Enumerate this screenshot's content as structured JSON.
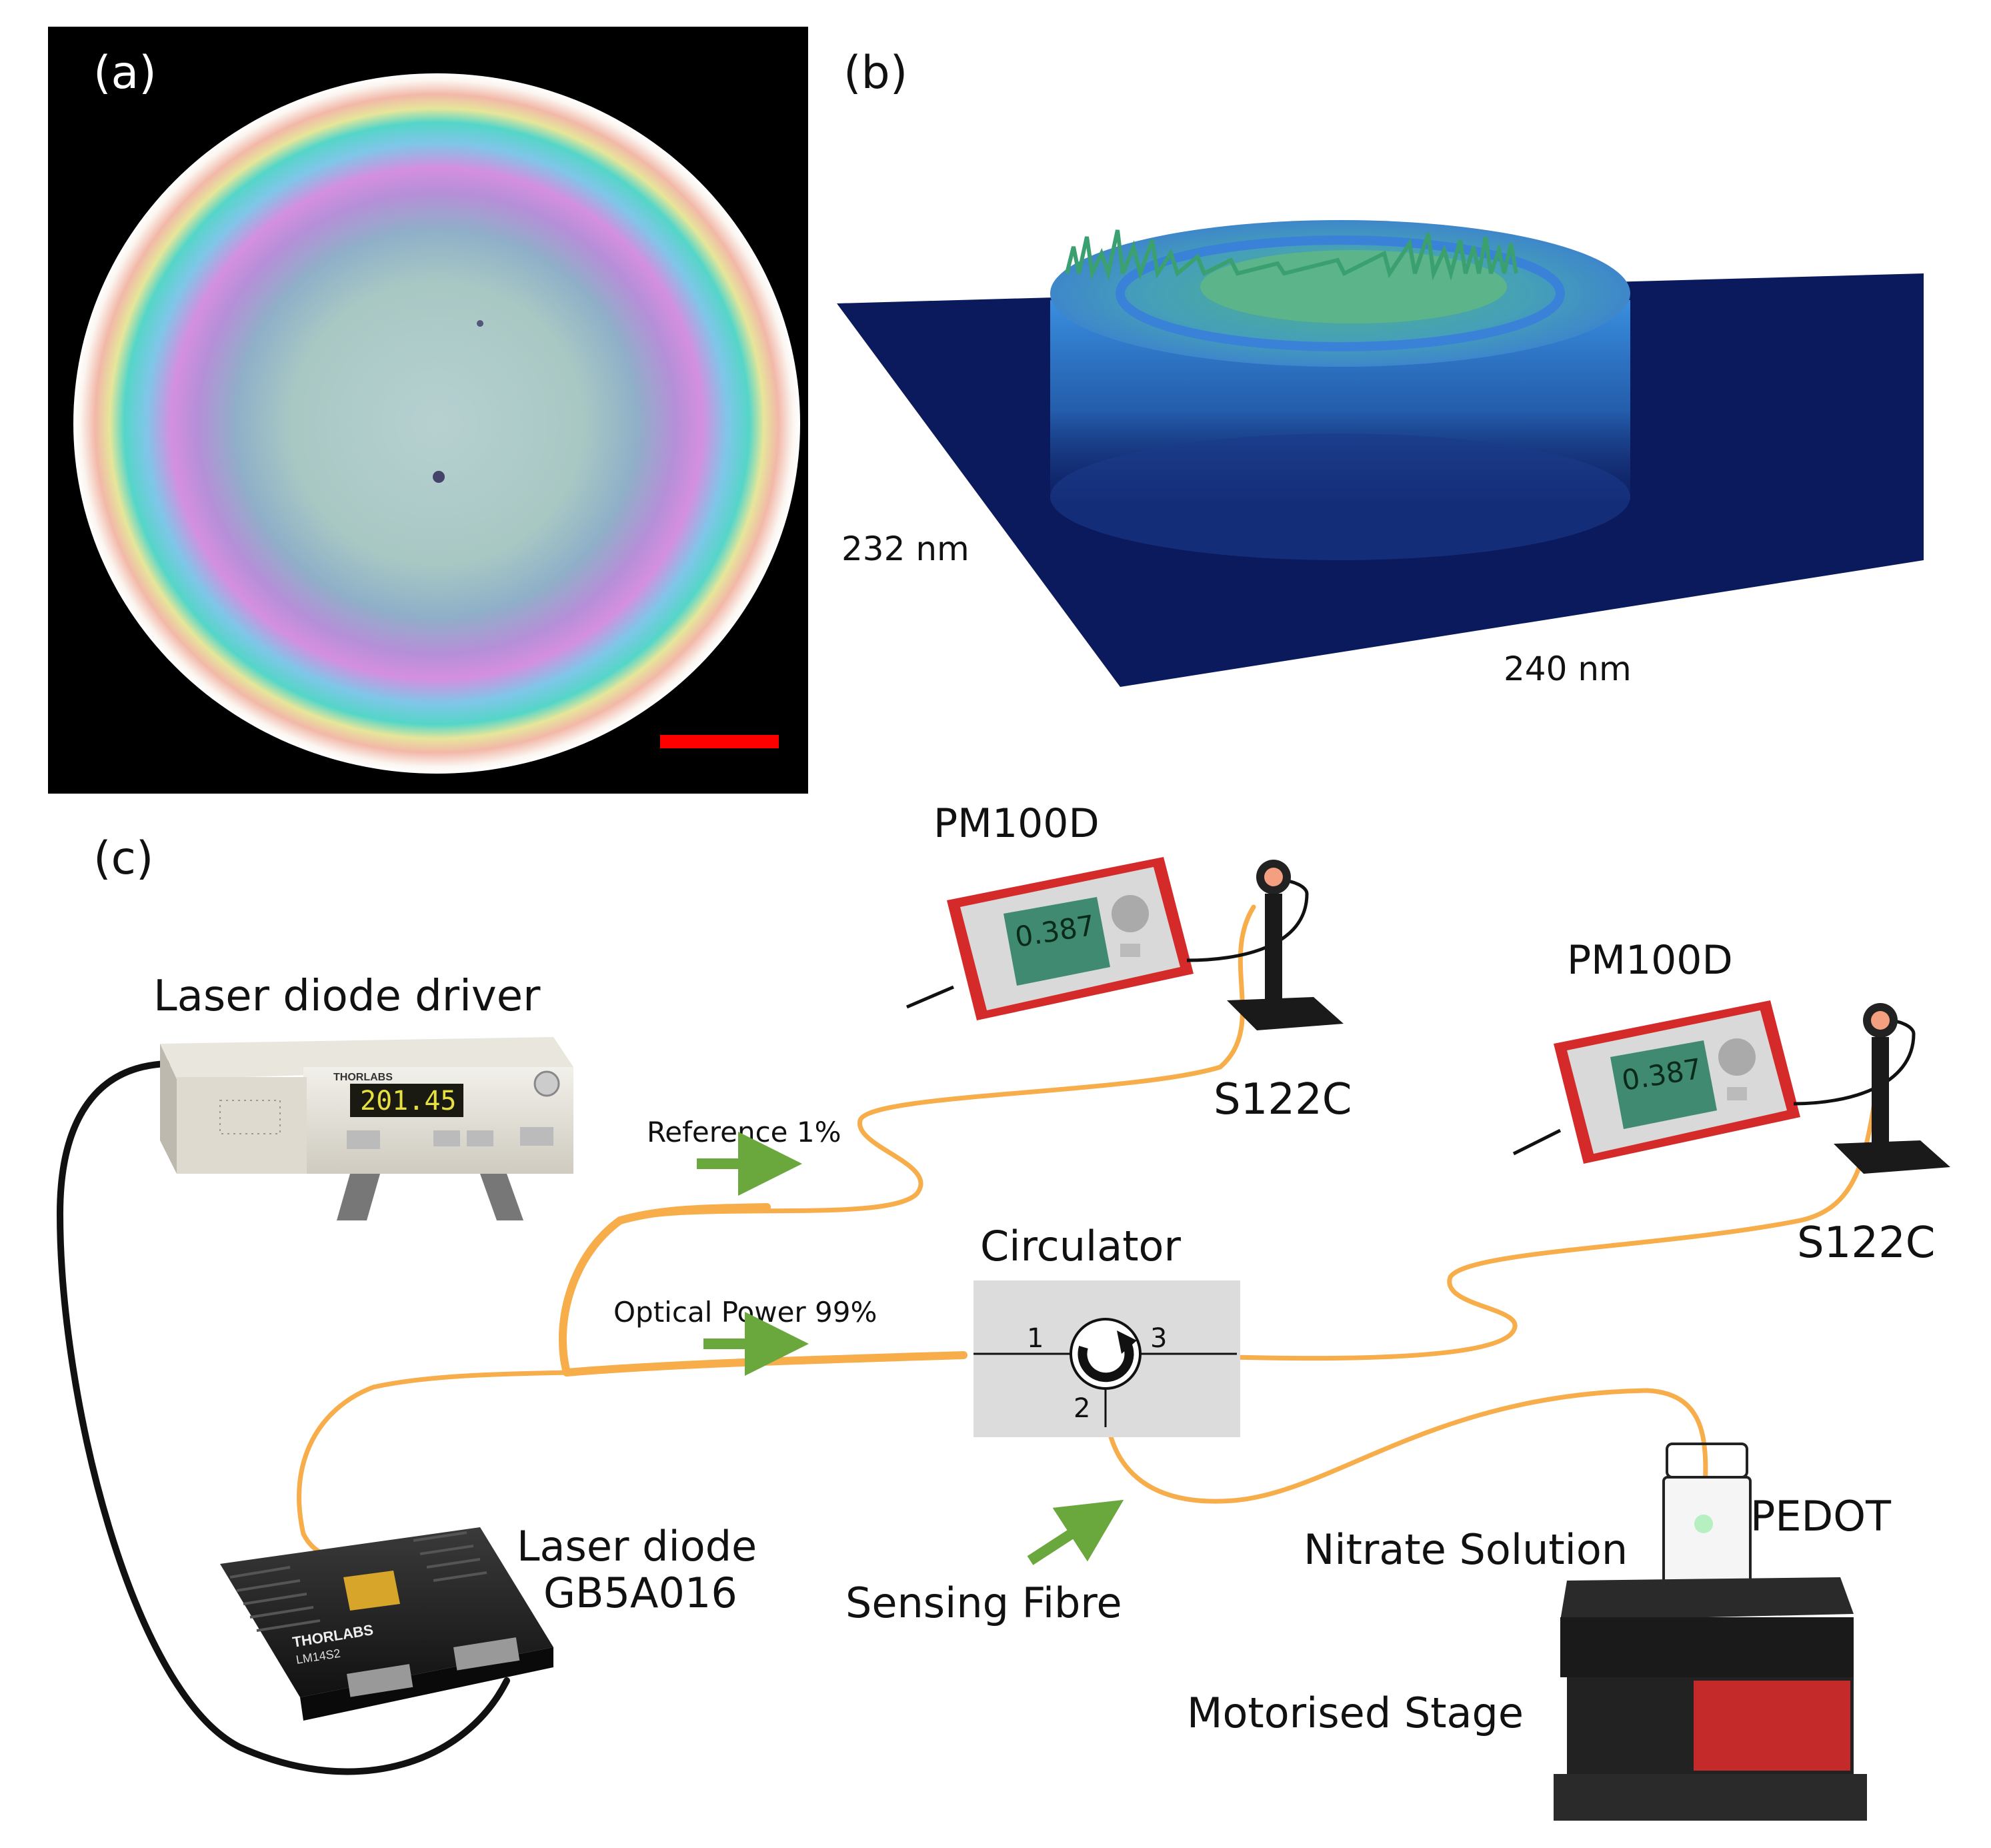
{
  "panels": {
    "a": {
      "label": "(a)",
      "scale_bar_color": "#ff0000"
    },
    "b": {
      "label": "(b)",
      "dim_y": "232 nm",
      "dim_x": "240 nm"
    },
    "c": {
      "label": "(c)"
    }
  },
  "setup": {
    "laser_driver": {
      "title": "Laser diode driver",
      "display": "201.45",
      "brand": "THORLABS"
    },
    "power_meter_1": {
      "title": "PM100D",
      "reading": "0.387",
      "sensor": "S122C"
    },
    "power_meter_2": {
      "title": "PM100D",
      "reading": "0.387",
      "sensor": "S122C"
    },
    "reference": "Reference 1%",
    "optical_power": "Optical Power 99%",
    "circulator": {
      "title": "Circulator",
      "port1": "1",
      "port2": "2",
      "port3": "3"
    },
    "laser_diode": {
      "line1": "Laser diode",
      "line2": "GB5A016",
      "mount": "LM14S2",
      "brand": "THORLABS"
    },
    "sensing_fibre": "Sensing Fibre",
    "nitrate": "Nitrate Solution",
    "pedot": "PEDOT",
    "stage": "Motorised Stage"
  },
  "colors": {
    "fibre": "#f6ad4a",
    "arrow": "#6aa83e",
    "substrate": "#0b1a5c",
    "device_red": "#d42a2a",
    "circulator_box": "#dcdcdc"
  }
}
